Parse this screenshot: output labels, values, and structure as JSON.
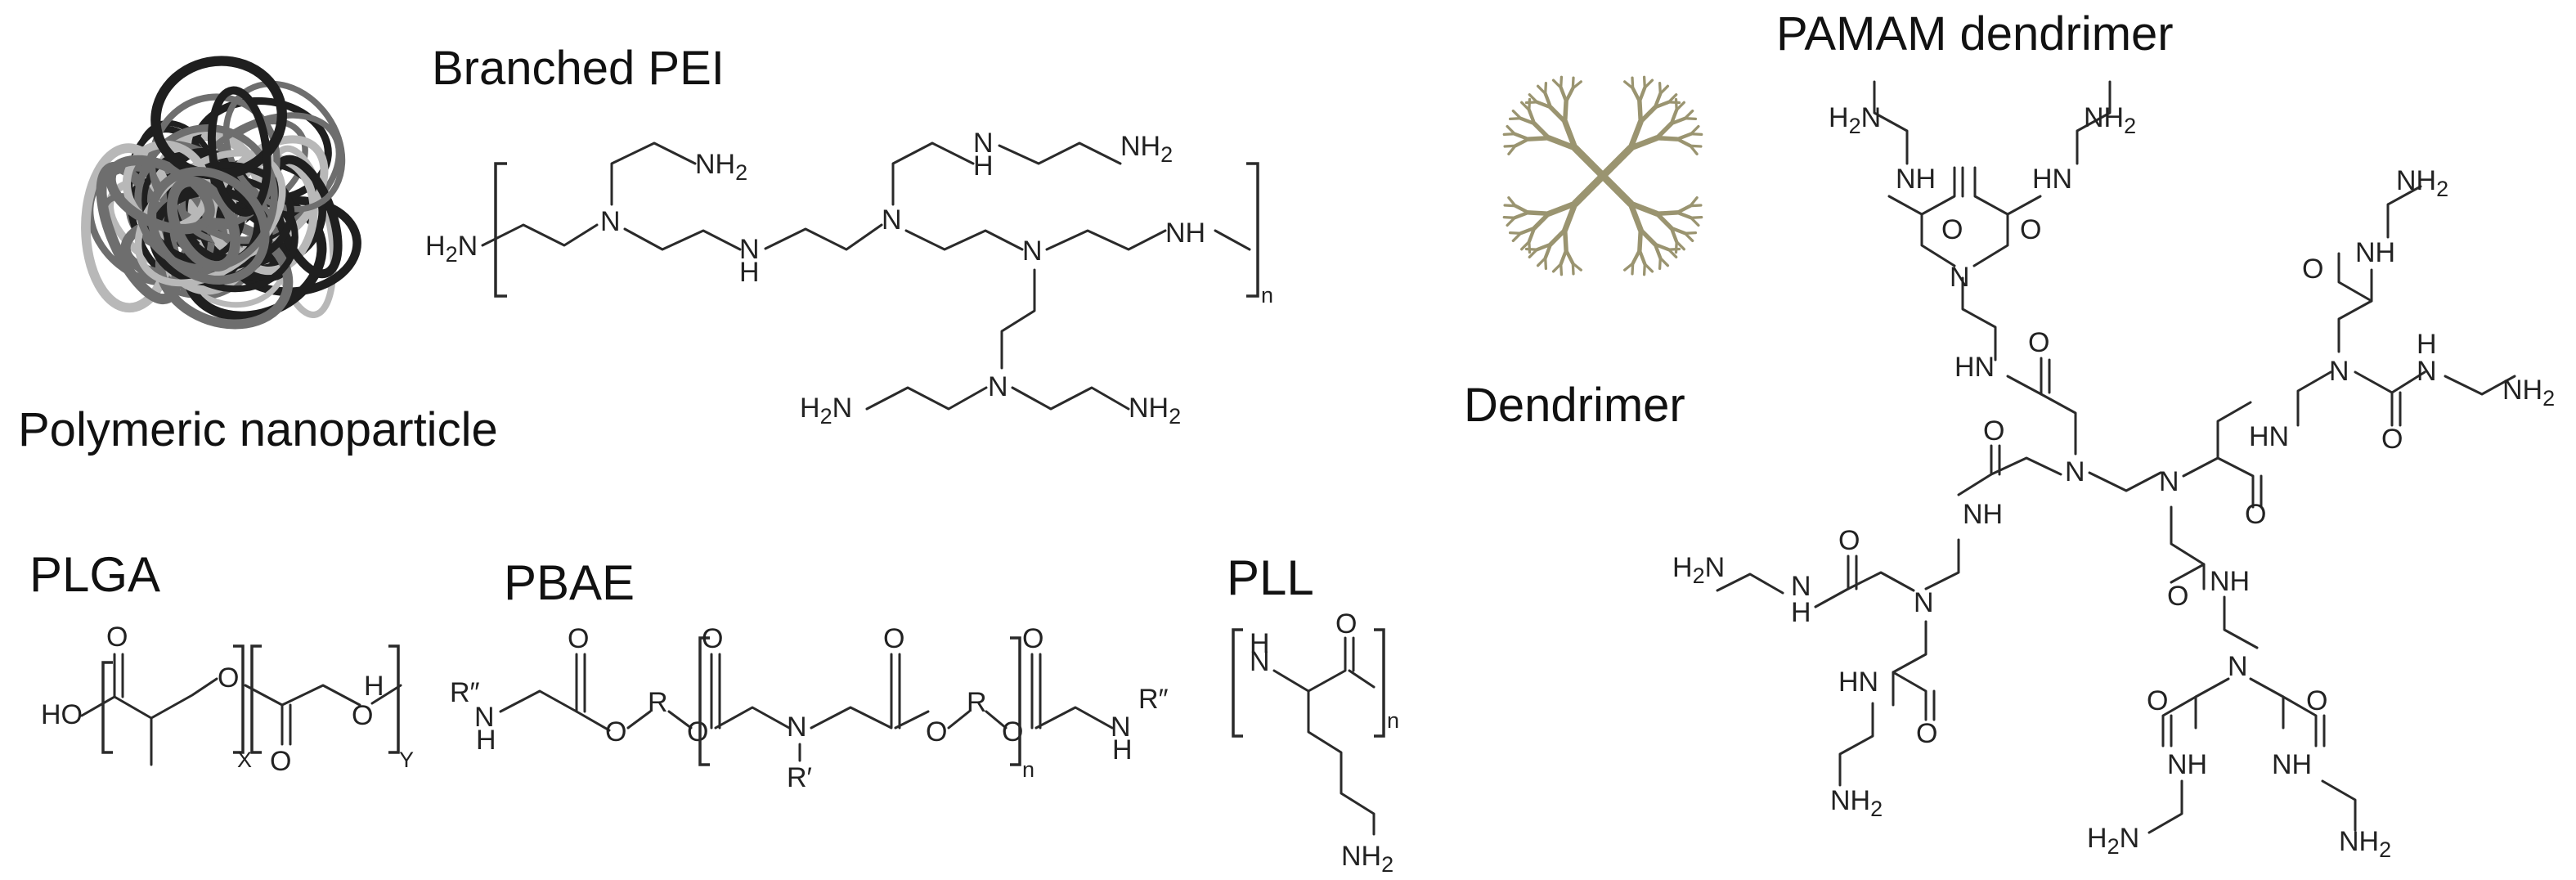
{
  "labels": {
    "polymeric_nanoparticle": "Polymeric nanoparticle",
    "branched_pei": "Branched PEI",
    "pamam_dendrimer": "PAMAM dendrimer",
    "dendrimer": "Dendrimer",
    "plga": "PLGA",
    "pbae": "PBAE",
    "pll": "PLL"
  },
  "atoms": {
    "nh2": "NH",
    "h2n": "H",
    "two": "2",
    "n": "N",
    "nh": "NH",
    "hn": "HN",
    "h": "H",
    "o": "O",
    "ho": "HO",
    "r": "R",
    "r_prime": "R′",
    "r_dprime": "R″",
    "sub_n": "n",
    "sub_x": "X",
    "sub_y": "Y"
  },
  "colors": {
    "ink": "#2a2a2a",
    "dendrimer_branch": "#9a9470",
    "nanoparticle_dark": "#1f1f1f",
    "nanoparticle_mid": "#6e6e6e",
    "nanoparticle_light": "#b8b8b8"
  },
  "icons": [
    "nanoparticle-icon",
    "dendrimer-icon"
  ]
}
